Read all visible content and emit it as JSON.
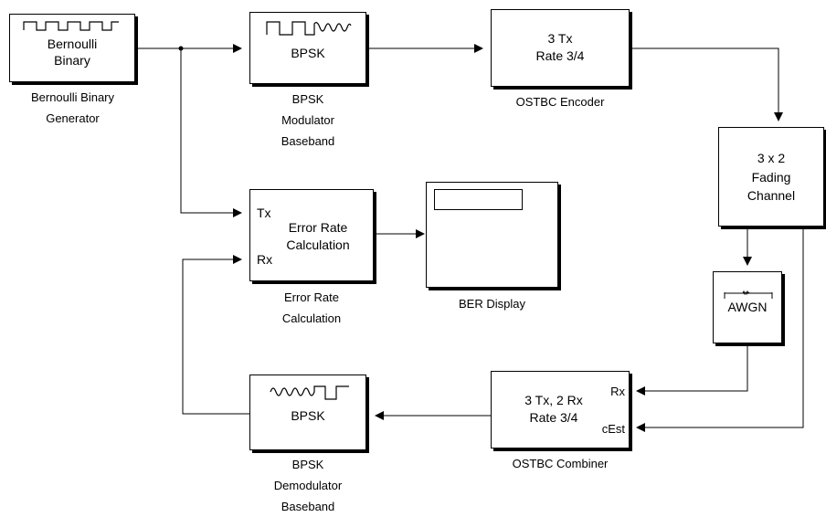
{
  "blocks": {
    "bernoulli": {
      "text": [
        "Bernoulli",
        "Binary"
      ],
      "caption": [
        "Bernoulli Binary",
        "Generator"
      ]
    },
    "bpsk_mod": {
      "text": "BPSK",
      "caption": [
        "BPSK",
        "Modulator",
        "Baseband"
      ]
    },
    "ostbc_enc": {
      "text": [
        "3 Tx",
        "Rate 3/4"
      ],
      "caption": "OSTBC Encoder"
    },
    "fading": {
      "text": [
        "3 x 2",
        "Fading",
        "Channel"
      ]
    },
    "awgn": {
      "text": "AWGN"
    },
    "error_rate": {
      "text": [
        "Error Rate",
        "Calculation"
      ],
      "port_tx": "Tx",
      "port_rx": "Rx",
      "caption": [
        "Error Rate",
        "Calculation"
      ]
    },
    "ber": {
      "caption": "BER Display"
    },
    "ostbc_comb": {
      "text": [
        "3 Tx, 2 Rx",
        "Rate 3/4"
      ],
      "port_rx": "Rx",
      "port_cest": "cEst",
      "caption": "OSTBC Combiner"
    },
    "bpsk_demod": {
      "text": "BPSK",
      "caption": [
        "BPSK",
        "Demodulator",
        "Baseband"
      ]
    }
  }
}
